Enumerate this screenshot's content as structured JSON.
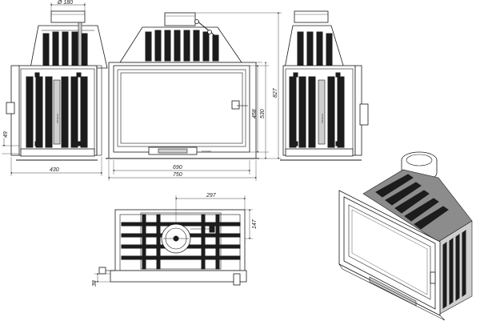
{
  "dimensions": {
    "flue_diameter": "Ø 180",
    "side_depth": "430",
    "side_offset": "49",
    "front_inner_width": "690",
    "front_outer_width": "750",
    "front_glass_height": "458",
    "front_door_height": "530",
    "total_height": "827",
    "top_flue_offset": "297",
    "top_depth": "147",
    "top_front": "38"
  },
  "labels": {
    "side_left_plate": "STOVES",
    "side_right_plate": "STOVES",
    "front_ash_tray": "STOVES"
  }
}
